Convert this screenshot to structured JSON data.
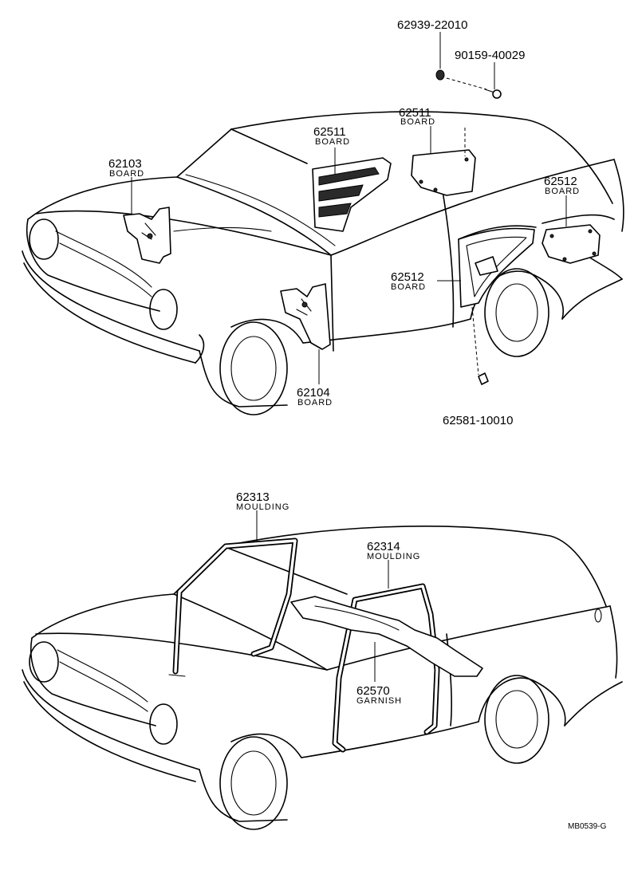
{
  "labels": {
    "p62939": {
      "number": "62939-22010"
    },
    "p90159": {
      "number": "90159-40029"
    },
    "p62511_rear": {
      "number": "62511",
      "name": "BOARD"
    },
    "p62511_front": {
      "number": "62511",
      "name": "BOARD"
    },
    "p62103": {
      "number": "62103",
      "name": "BOARD"
    },
    "p62512_quarter": {
      "number": "62512",
      "name": "BOARD"
    },
    "p62512_door": {
      "number": "62512",
      "name": "BOARD"
    },
    "p62104": {
      "number": "62104",
      "name": "BOARD"
    },
    "p62581": {
      "number": "62581-10010"
    },
    "p62313": {
      "number": "62313",
      "name": "MOULDING"
    },
    "p62314": {
      "number": "62314",
      "name": "MOULDING"
    },
    "p62570": {
      "number": "62570",
      "name": "GARNISH"
    }
  },
  "drawing_ref": "MB0539-G"
}
